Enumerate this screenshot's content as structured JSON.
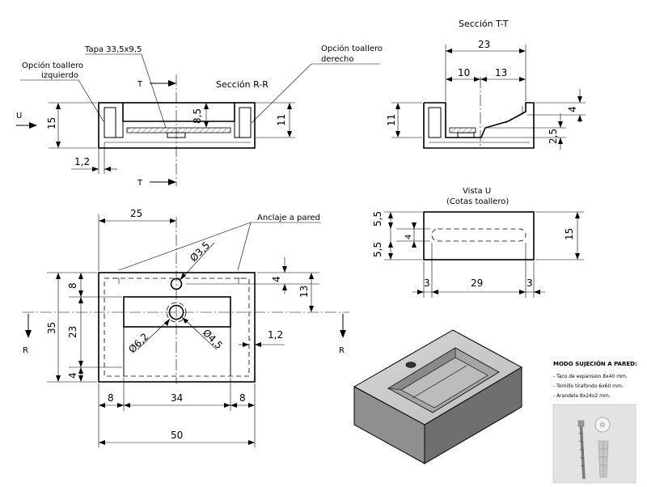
{
  "section_rr": {
    "title": "Sección R-R",
    "tapa_label": "Tapa 33,5x9,5",
    "towel_left_1": "Opción toallero",
    "towel_left_2": "izquierdo",
    "towel_right_1": "Opción toallero",
    "towel_right_2": "derecho",
    "view_u": "U",
    "cut_t_top": "T",
    "cut_t_bottom": "T",
    "dim_15": "15",
    "dim_8_5": "8,5",
    "dim_11": "11",
    "dim_1_2": "1,2"
  },
  "section_tt": {
    "title": "Sección T-T",
    "dim_23": "23",
    "dim_10": "10",
    "dim_13": "13",
    "dim_11": "11",
    "dim_4": "4",
    "dim_2_5": "2,5"
  },
  "view_u": {
    "title_1": "Vista U",
    "title_2": "(Cotas toallero)",
    "dim_5_5_top": "5,5",
    "dim_5_5_bottom": "5,5",
    "dim_4": "4",
    "dim_15": "15",
    "dim_3_left": "3",
    "dim_29": "29",
    "dim_3_right": "3"
  },
  "plan": {
    "anchor_label": "Anclaje a pared",
    "dim_25": "25",
    "dim_d3_5": "Ø3,5",
    "dim_4": "4",
    "dim_13": "13",
    "dim_8": "8",
    "dim_35": "35",
    "dim_23": "23",
    "dim_4_bottom": "4",
    "dim_d6_2": "Ø6,2",
    "dim_d4_5": "Ø4,5",
    "dim_1_2": "1,2",
    "dim_8_left": "8",
    "dim_34": "34",
    "dim_8_right": "8",
    "dim_50": "50",
    "cut_r_left": "R",
    "cut_r_right": "R"
  },
  "mounting": {
    "title": "MODO SUJECIÓN A PARED:",
    "items": [
      "- Taco de expansion 8x40 mm.",
      "- Tornillo tirafondo 6x60 mm.",
      "- Arandela 8x24x2 mm."
    ]
  }
}
